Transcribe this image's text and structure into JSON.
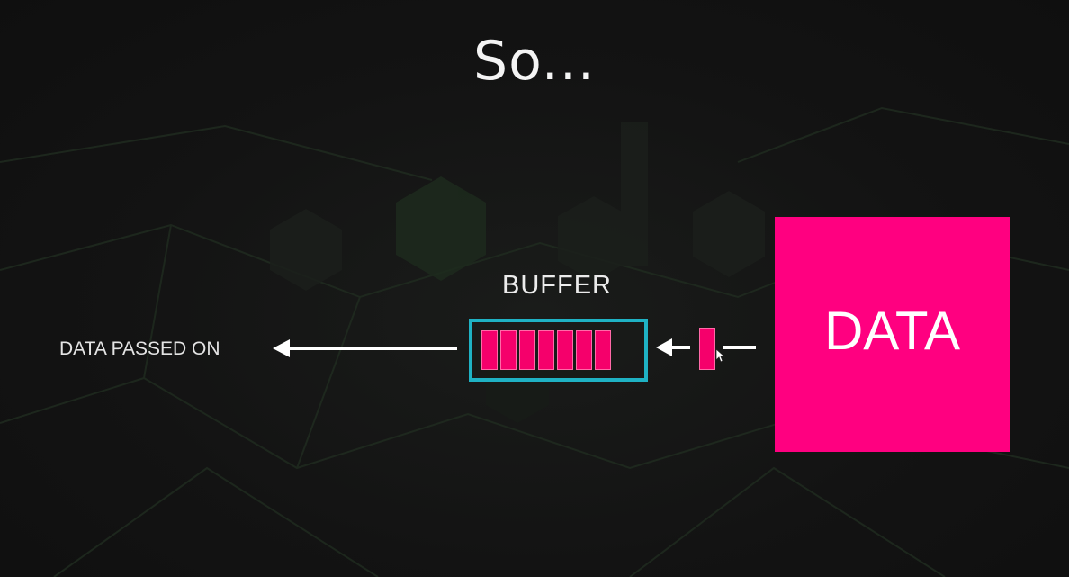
{
  "slide": {
    "title": "So...",
    "buffer_label": "BUFFER",
    "passed_label": "DATA PASSED ON",
    "data_label": "DATA"
  },
  "colors": {
    "background": "#121212",
    "accent_pink": "#ff0080",
    "buffer_border": "#1fb2c4",
    "arrow": "#ffffff"
  },
  "buffer": {
    "chunk_count": 7
  }
}
